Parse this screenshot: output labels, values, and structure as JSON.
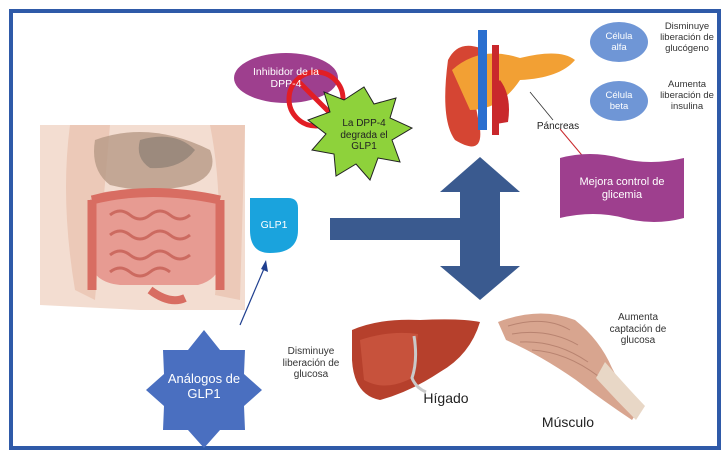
{
  "diagram": {
    "inhibitor_label": "Inhibidor de la DPP-4",
    "dpp4_label": "La DPP-4 degrada el GLP1",
    "glp1_label": "GLP1",
    "analogs_label": "Análogos de GLP1",
    "pancreas_label": "Páncreas",
    "alpha_cell_label": "Célula alfa",
    "alpha_effect_label": "Disminuye liberación de glucógeno",
    "beta_cell_label": "Célula beta",
    "beta_effect_label": "Aumenta liberación de insulina",
    "glycemia_label": "Mejora control de glicemia",
    "liver_effect_label": "Disminuye liberación de glucosa",
    "liver_label": "Hígado",
    "muscle_effect_label": "Aumenta captación de glucosa",
    "muscle_label": "Músculo"
  },
  "colors": {
    "frame_border": "#2f5aa8",
    "arrow": "#3a5a8f",
    "purple": "#9e3f8e",
    "cyan": "#1aa3dd",
    "green_star": "#8ed23b",
    "cell_oval": "#6f96d6",
    "analogs_shape": "#4a6fc0"
  },
  "icons": [
    "intestine-illustration",
    "pancreas-illustration",
    "liver-illustration",
    "muscle-illustration",
    "prohibition-icon",
    "arrow-icon"
  ]
}
